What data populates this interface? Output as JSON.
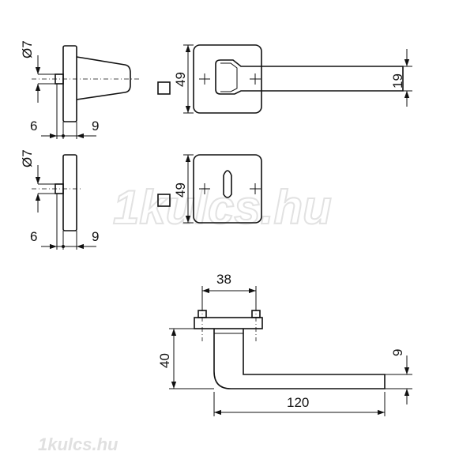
{
  "watermark": {
    "center": "1kulcs.hu",
    "corner": "1kulcs.hu"
  },
  "dimensions": {
    "side_top": {
      "diameter": "Ø7",
      "left": "6",
      "right": "9"
    },
    "side_bottom": {
      "diameter": "Ø7",
      "left": "6",
      "right": "9"
    },
    "front_top": {
      "height": "49",
      "lever_height": "19"
    },
    "front_bottom": {
      "height": "49"
    },
    "lever_view": {
      "rose_width": "38",
      "projection": "40",
      "length": "120",
      "thickness": "9"
    }
  }
}
